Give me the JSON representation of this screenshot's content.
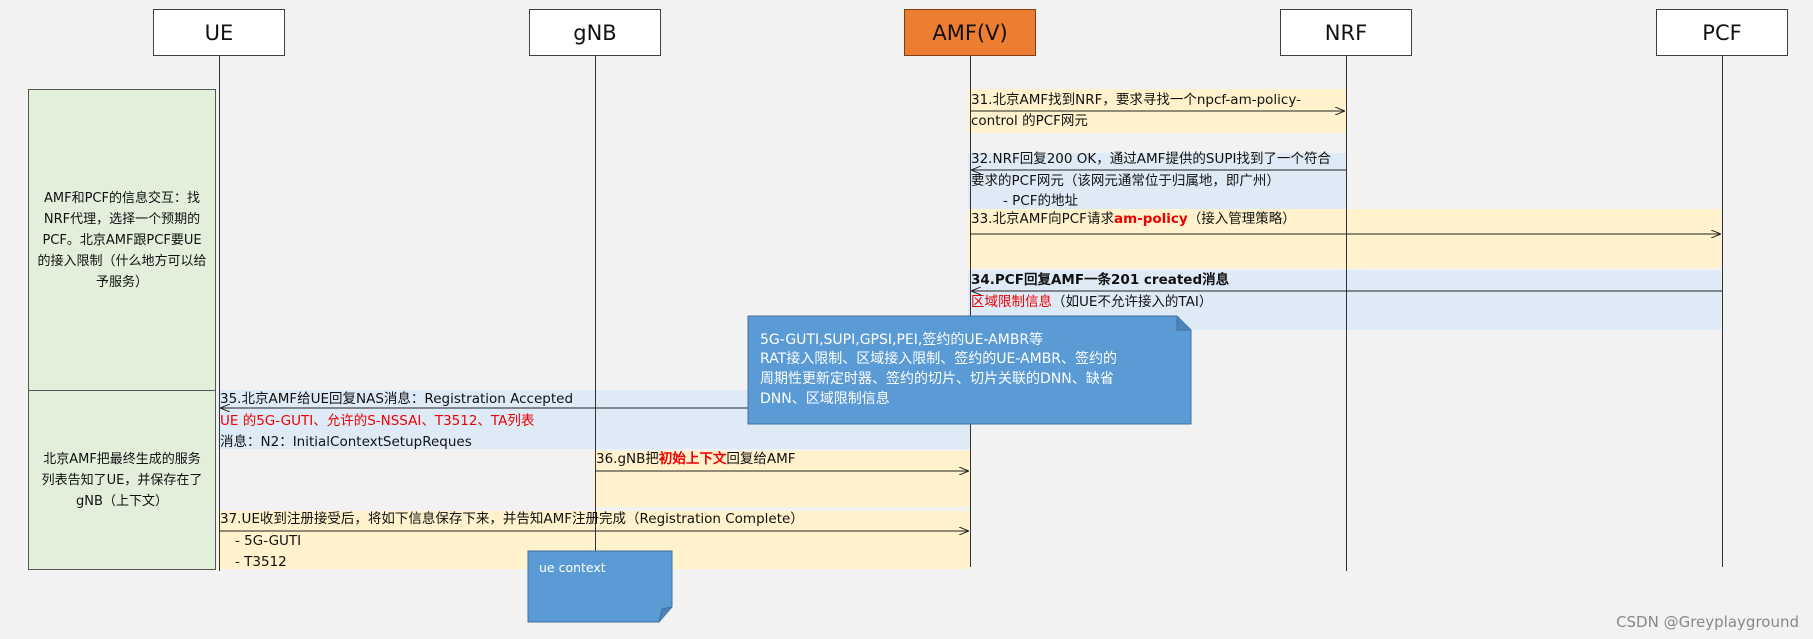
{
  "nodes": {
    "ue": "UE",
    "gnb": "gNB",
    "amf": "AMF(V)",
    "nrf": "NRF",
    "pcf": "PCF"
  },
  "side_notes": {
    "top": "AMF和PCF的信息交互：找NRF代理，选择一个预期的PCF。北京AMF跟PCF要UE的接入限制（什么地方可以给予服务）",
    "bottom": "北京AMF把最终生成的服务列表告知了UE，并保存在了gNB（上下文）"
  },
  "messages": {
    "m31_line1": "31.北京AMF找到NRF，要求寻找一个npcf-am-policy-",
    "m31_line2": "control 的PCF网元",
    "m32_line1": "32.NRF回复200 OK，通过AMF提供的SUPI找到了一个符合",
    "m32_line2": "要求的PCF网元（该网元通常位于归属地，即广州）",
    "m32_line3": "- PCF的地址",
    "m33_prefix": "33.北京AMF向PCF请求",
    "m33_highlight": "am-policy",
    "m33_suffix": "（接入管理策略）",
    "m34_line1": "34.PCF回复AMF一条201 created消息",
    "m34_red": "区域限制信息",
    "m34_rest": "（如UE不允许接入的TAI）",
    "m35_line1": "35.北京AMF给UE回复NAS消息：Registration Accepted",
    "m35_red": "UE 的5G-GUTI、允许的S-NSSAI、T3512、TA列表",
    "m35_line3": "消息：N2：InitialContextSetupReques",
    "m36_prefix": "36.gNB把",
    "m36_highlight": "初始上下文",
    "m36_suffix": "回复给AMF",
    "m37_line1": "37.UE收到注册接受后，将如下信息保存下来，并告知AMF注册完成（Registration Complete）",
    "m37_item1": "- 5G-GUTI",
    "m37_item2": "- T3512"
  },
  "callouts": {
    "main_lines": [
      "5G-GUTI,SUPI,GPSI,PEI,签约的UE-AMBR等",
      "RAT接入限制、区域接入限制、签约的UE-AMBR、签约的",
      "周期性更新定时器、签约的切片、切片关联的DNN、缺省",
      "DNN、区域限制信息"
    ],
    "ue_context": "ue context"
  },
  "watermark": "CSDN @Greyplayground",
  "colors": {
    "amf_fill": "#ed7d31",
    "band_yellow": "#fff2cc",
    "band_blue": "#deebf7",
    "side_fill": "#e2efda",
    "callout_fill": "#5b9bd5",
    "highlight_red": "#e00000"
  }
}
